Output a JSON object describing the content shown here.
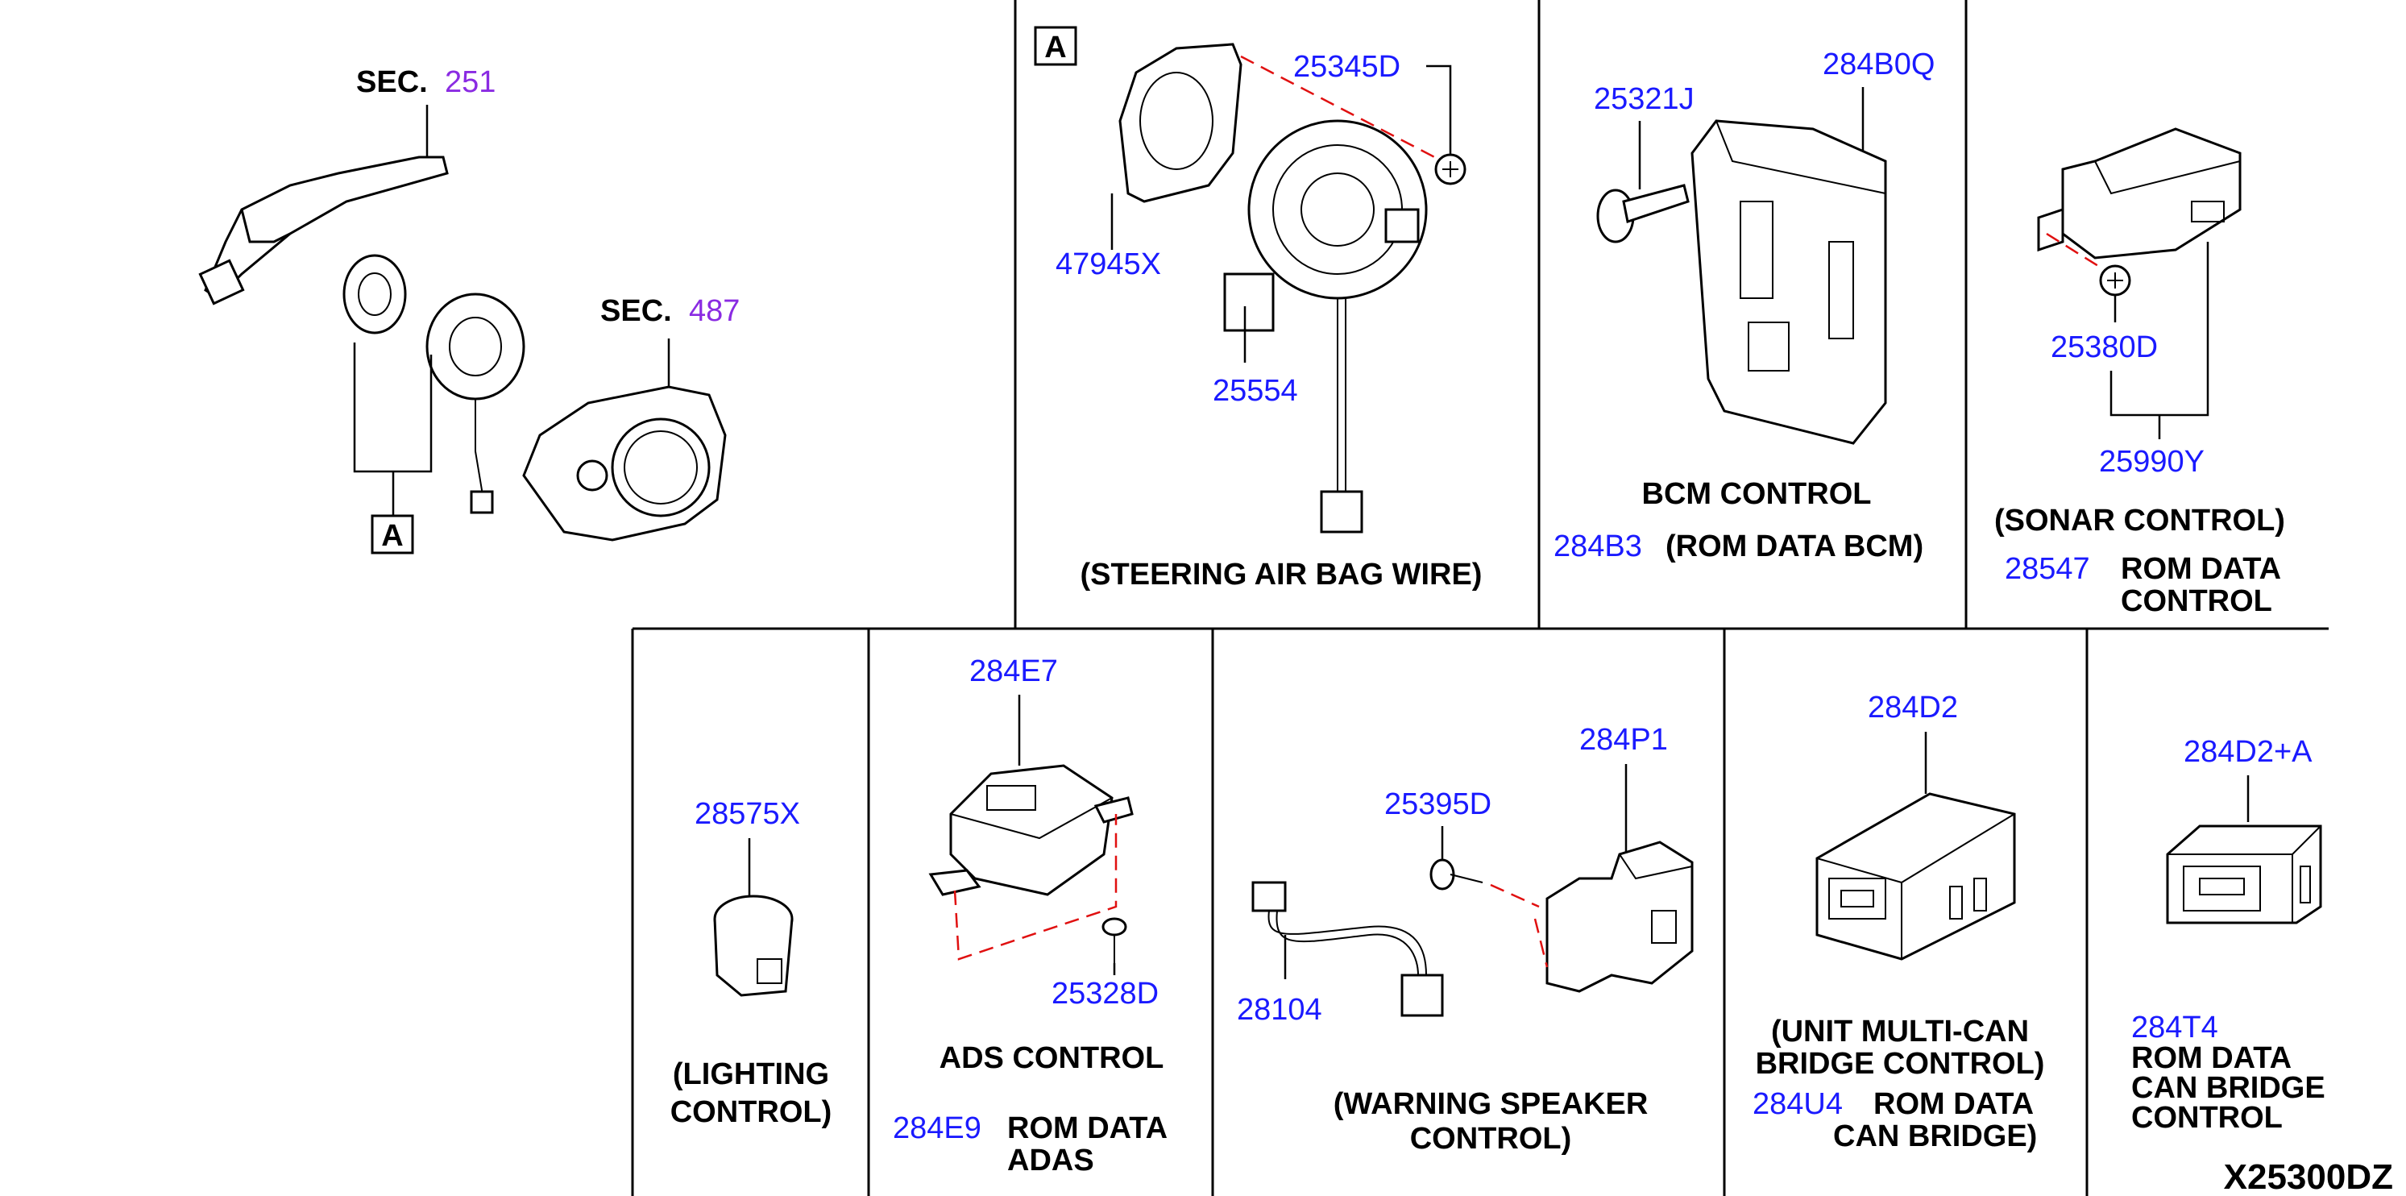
{
  "diagram_code": "X25300DZ",
  "sec_refs": [
    {
      "prefix": "SEC.",
      "number": "251"
    },
    {
      "prefix": "SEC.",
      "number": "487"
    }
  ],
  "marker": "A",
  "part_numbers": {
    "p25345D": "25345D",
    "p47945X": "47945X",
    "p25554": "25554",
    "p25321J": "25321J",
    "p284B0Q": "284B0Q",
    "p284B3": "284B3",
    "p25380D": "25380D",
    "p25990Y": "25990Y",
    "p28547": "28547",
    "p28575X": "28575X",
    "p284E7": "284E7",
    "p25328D": "25328D",
    "p284E9": "284E9",
    "p28104": "28104",
    "p25395D": "25395D",
    "p284P1": "284P1",
    "p284D2": "284D2",
    "p284U4": "284U4",
    "p284D2A": "284D2+A",
    "p284T4": "284T4"
  },
  "captions": {
    "steering_air_bag_wire": "(STEERING AIR BAG WIRE)",
    "bcm_control": "BCM CONTROL",
    "rom_data_bcm": "(ROM DATA BCM)",
    "sonar_control": "(SONAR CONTROL)",
    "sonar_rom_line1": "ROM DATA",
    "sonar_rom_line2": "CONTROL",
    "lighting_line1": "(LIGHTING",
    "lighting_line2": "CONTROL)",
    "ads_control": "ADS CONTROL",
    "ads_rom_line1": "ROM DATA",
    "ads_rom_line2": "ADAS",
    "warning_line1": "(WARNING SPEAKER",
    "warning_line2": "CONTROL)",
    "unit_line1": "(UNIT MULTI-CAN",
    "unit_line2": "BRIDGE CONTROL)",
    "unit_rom_line1": "ROM DATA",
    "unit_rom_line2": "CAN BRIDGE)",
    "can_rom_line1": "ROM DATA",
    "can_rom_line2": "CAN BRIDGE",
    "can_rom_line3": "CONTROL"
  },
  "colors": {
    "part_number": "#1a1aff",
    "section_number": "#8a2be2",
    "phantom_line": "#e01010"
  }
}
